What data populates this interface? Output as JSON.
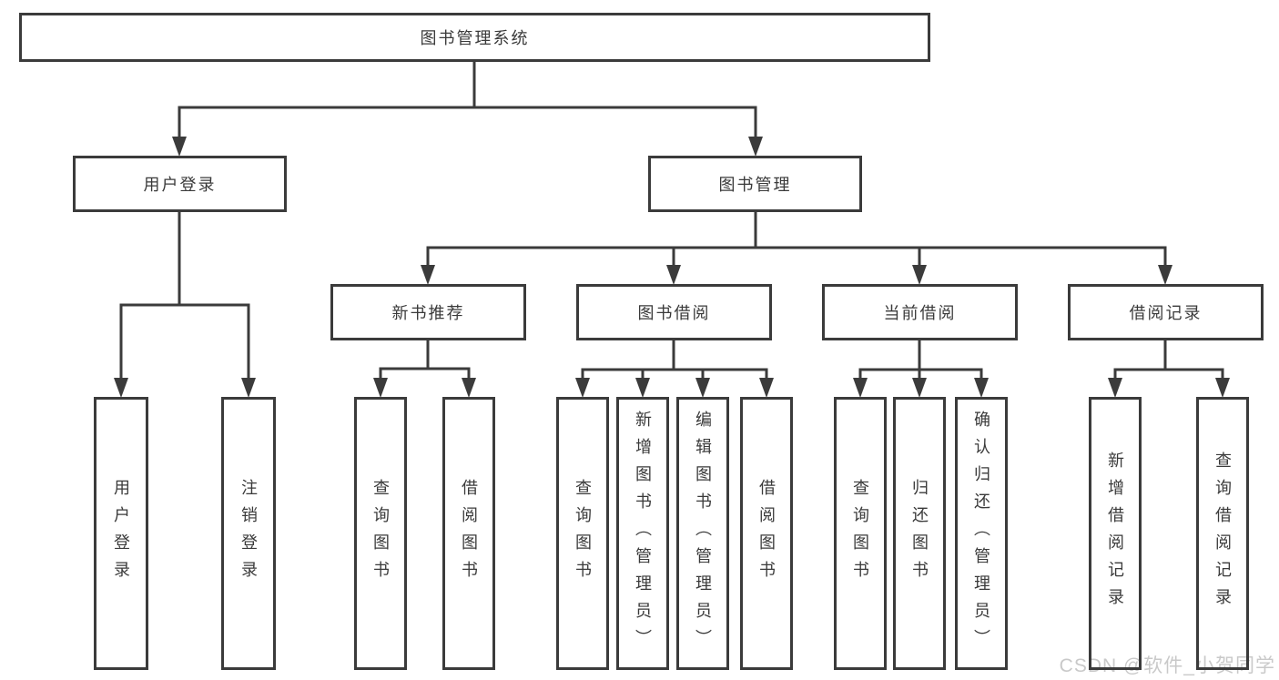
{
  "tree": {
    "root": {
      "label": "图书管理系统",
      "children": [
        {
          "label": "用户登录",
          "children": [
            {
              "label": "用户登录"
            },
            {
              "label": "注销登录"
            }
          ]
        },
        {
          "label": "图书管理",
          "children": [
            {
              "label": "新书推荐",
              "children": [
                {
                  "label": "查询图书"
                },
                {
                  "label": "借阅图书"
                }
              ]
            },
            {
              "label": "图书借阅",
              "children": [
                {
                  "label": "查询图书"
                },
                {
                  "label": "新增图书（管理员）"
                },
                {
                  "label": "编辑图书（管理员）"
                },
                {
                  "label": "借阅图书"
                }
              ]
            },
            {
              "label": "当前借阅",
              "children": [
                {
                  "label": "查询图书"
                },
                {
                  "label": "归还图书"
                },
                {
                  "label": "确认归还（管理员）"
                }
              ]
            },
            {
              "label": "借阅记录",
              "children": [
                {
                  "label": "新增借阅记录"
                },
                {
                  "label": "查询借阅记录"
                }
              ]
            }
          ]
        }
      ]
    }
  },
  "watermark": "CSDN @软件_小贺同学",
  "colors": {
    "line": "#3b3b3b",
    "text": "#3a3a3a",
    "box_background": "#ffffff",
    "watermark": "#c9c9c9"
  }
}
